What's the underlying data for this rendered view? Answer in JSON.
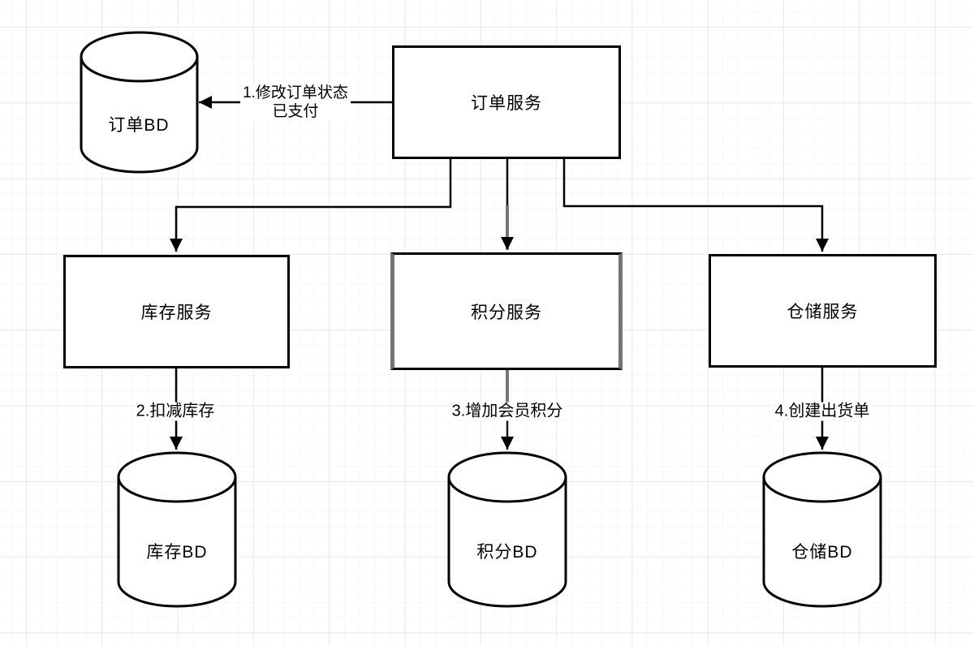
{
  "diagram": {
    "title": "order-payment-fanout-architecture",
    "colors": {
      "stroke": "#000000",
      "highlight": "#757575",
      "node_fill": "#ffffff",
      "grid_major": "#e9e9e9",
      "grid_minor": "#f7f7f7",
      "text": "#000000"
    },
    "nodes": {
      "order_service": {
        "label": "订单服务",
        "shape": "rectangle"
      },
      "order_db": {
        "label": "订单BD",
        "shape": "cylinder"
      },
      "inventory_service": {
        "label": "库存服务",
        "shape": "rectangle"
      },
      "points_service": {
        "label": "积分服务",
        "shape": "rectangle",
        "highlighted": true
      },
      "warehouse_service": {
        "label": "仓储服务",
        "shape": "rectangle"
      },
      "inventory_db": {
        "label": "库存BD",
        "shape": "cylinder"
      },
      "points_db": {
        "label": "积分BD",
        "shape": "cylinder"
      },
      "warehouse_db": {
        "label": "仓储BD",
        "shape": "cylinder"
      }
    },
    "edges": {
      "e1": {
        "from": "order_service",
        "to": "order_db",
        "label_line1": "1.修改订单状态",
        "label_line2": "已支付"
      },
      "e2": {
        "from": "order_service",
        "to": "inventory_service"
      },
      "e3": {
        "from": "order_service",
        "to": "points_service"
      },
      "e4": {
        "from": "order_service",
        "to": "warehouse_service"
      },
      "e5": {
        "from": "inventory_service",
        "to": "inventory_db",
        "label": "2.扣减库存"
      },
      "e6": {
        "from": "points_service",
        "to": "points_db",
        "label": "3.增加会员积分"
      },
      "e7": {
        "from": "warehouse_service",
        "to": "warehouse_db",
        "label": "4.创建出货单"
      }
    }
  }
}
